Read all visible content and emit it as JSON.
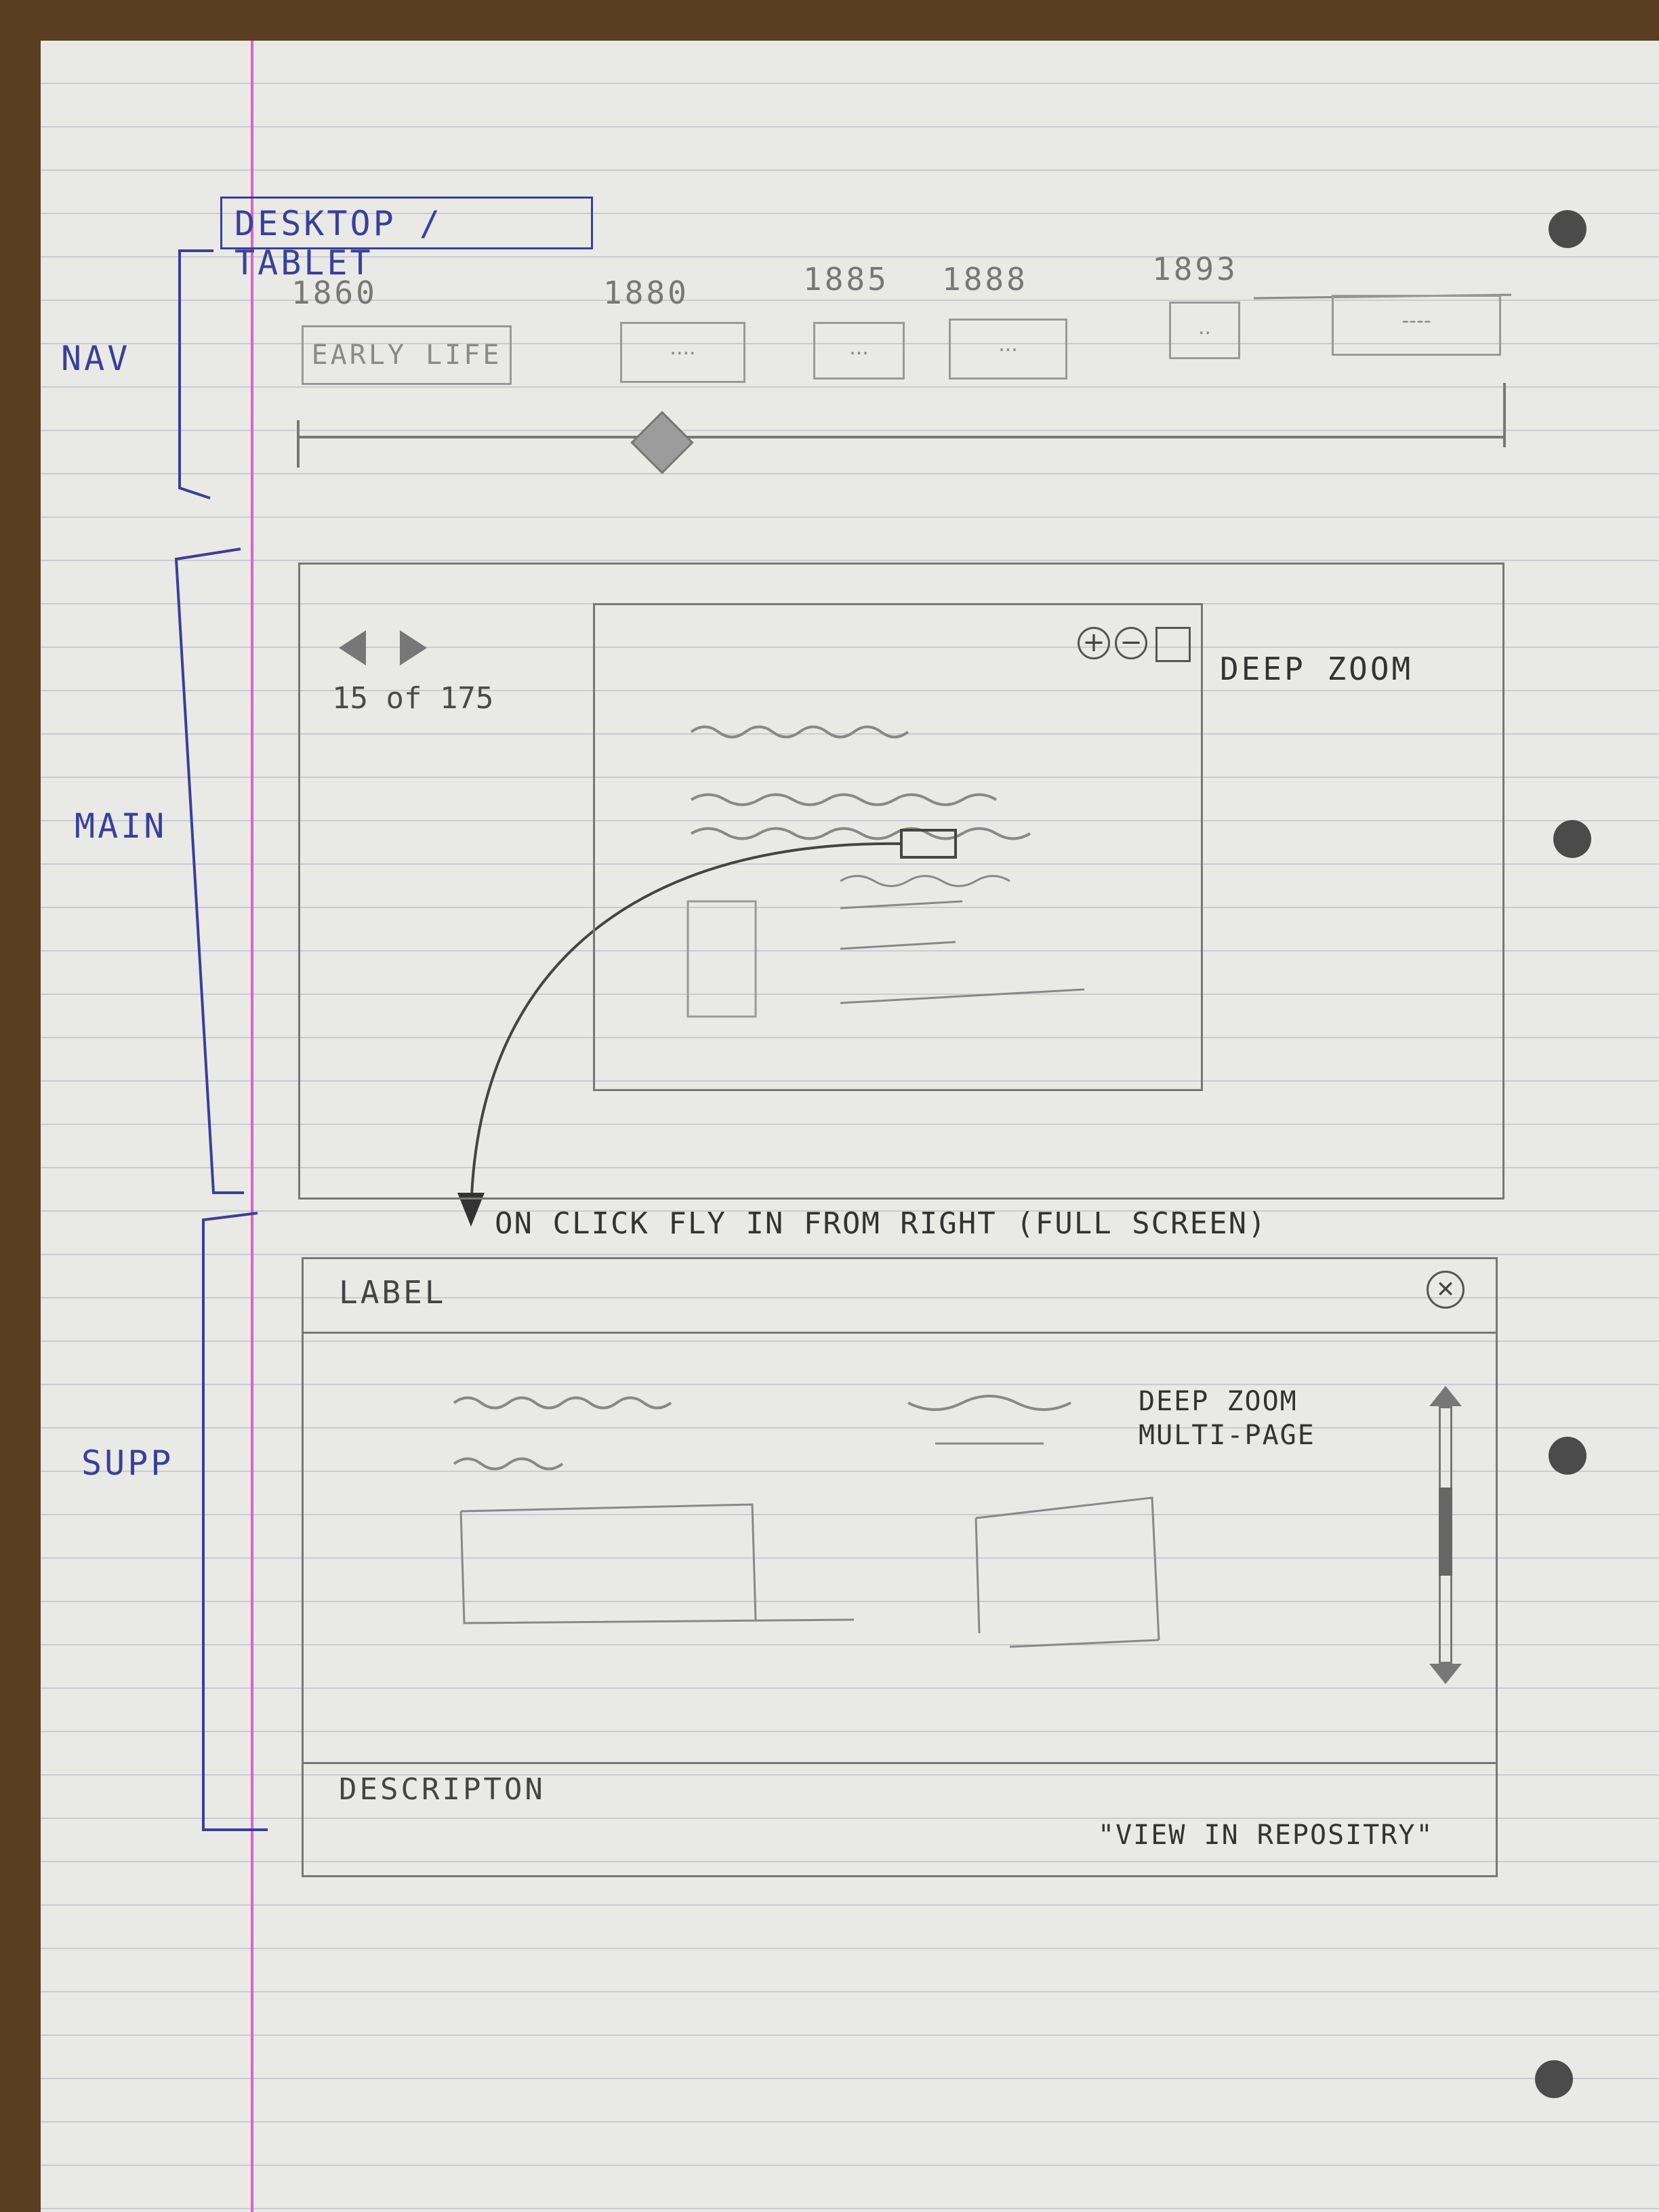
{
  "title": "DESKTOP / TABLET",
  "regions": {
    "nav": "NAV",
    "main": "MAIN",
    "supp": "SUPP"
  },
  "timeline": {
    "years": [
      "1860",
      "1880",
      "1885",
      "1888",
      "1893"
    ],
    "items": [
      {
        "label": "EARLY LIFE"
      },
      {
        "label": "...."
      },
      {
        "label": "..."
      },
      {
        "label": "..."
      },
      {
        "label": ".."
      },
      {
        "label": "----"
      }
    ],
    "slider_position": 0.3
  },
  "main": {
    "page_counter": "15 of 175",
    "viewer_label": "DEEP ZOOM",
    "zoom_in_symbol": "+",
    "zoom_out_symbol": "−"
  },
  "annotation": "ON CLICK FLY IN FROM RIGHT (FULL SCREEN)",
  "supp": {
    "label": "LABEL",
    "close_symbol": "✕",
    "viewer_label_line1": "DEEP ZOOM",
    "viewer_label_line2": "MULTI-PAGE",
    "description": "DESCRIPTON",
    "repository_link": "\"VIEW IN REPOSITRY\""
  },
  "colors": {
    "paper": "#e9e9e6",
    "rule": "#c9ccd2",
    "margin": "#e060c8",
    "ink_blue": "#3a3f9a",
    "pencil": "#6f6f6f"
  }
}
